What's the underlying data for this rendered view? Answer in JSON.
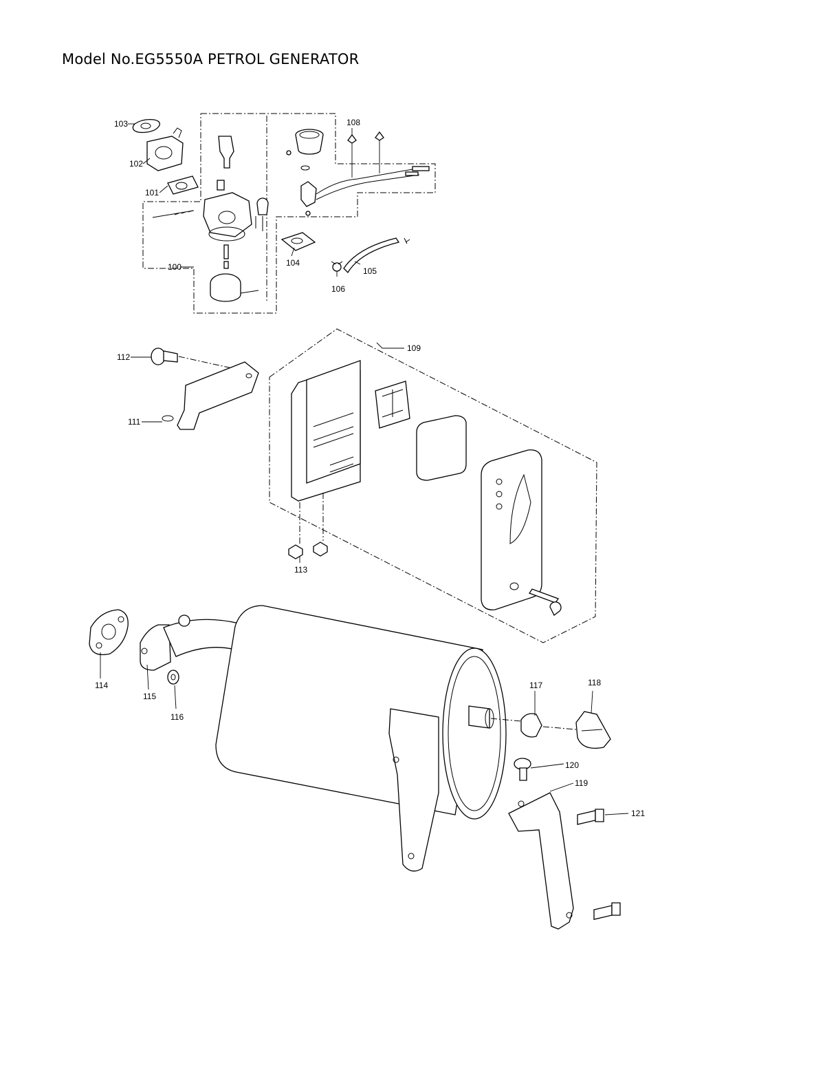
{
  "title": "Model No.EG5550A PETROL GENERATOR",
  "labels": {
    "p100": "100",
    "p101": "101",
    "p102": "102",
    "p103": "103",
    "p104": "104",
    "p105": "105",
    "p106": "106",
    "p108": "108",
    "p109": "109",
    "p111": "111",
    "p112": "112",
    "p113": "113",
    "p114": "114",
    "p115": "115",
    "p116": "116",
    "p117": "117",
    "p118": "118",
    "p119": "119",
    "p120": "120",
    "p121": "121"
  }
}
